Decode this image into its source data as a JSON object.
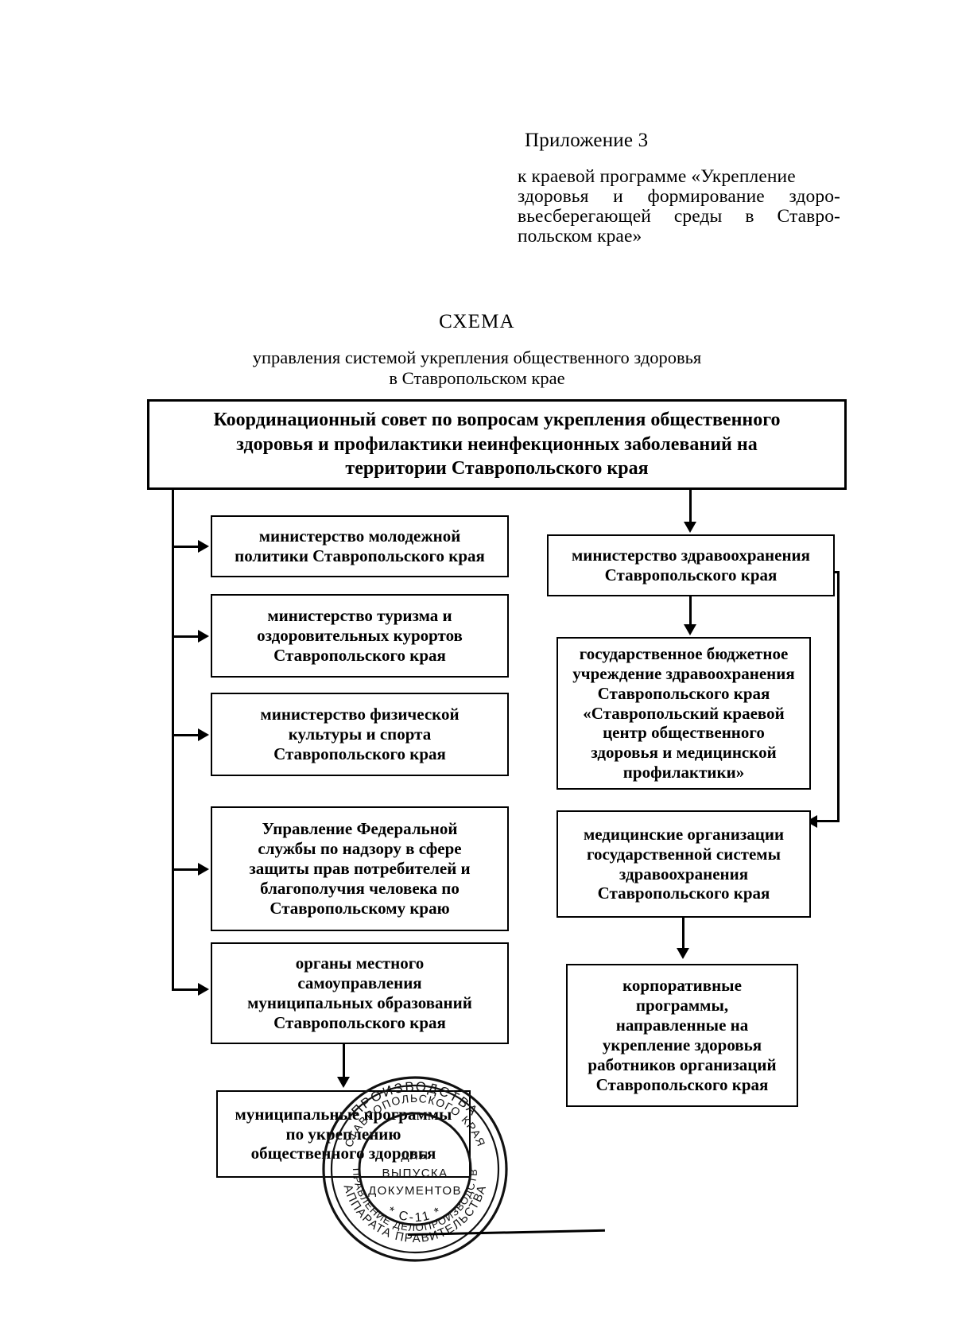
{
  "document": {
    "appendix_number": "Приложение 3",
    "appendix_reference": {
      "line1": "к краевой программе «Укрепление",
      "line2_a": "здоровья",
      "line2_b": "и",
      "line2_c": "формирование",
      "line2_d": "здоро-",
      "line3_a": "вьесберегающей",
      "line3_b": "среды",
      "line3_c": "в",
      "line3_d": "Ставро-",
      "line4": "польском крае»"
    },
    "scheme_title": "СХЕМА",
    "scheme_subtitle_line1": "управления системой укрепления общественного здоровья",
    "scheme_subtitle_line2": "в Ставропольском крае"
  },
  "diagram": {
    "type": "organizational-flowchart",
    "nodes": [
      {
        "id": "council",
        "label": "Координационный совет по вопросам укрепления общественного здоровья и профилактики неинфекционных заболеваний на территории Ставропольского края",
        "lines": [
          "Координационный совет по вопросам укрепления общественного",
          "здоровья и профилактики неинфекционных заболеваний на",
          "территории Ставропольского края"
        ]
      },
      {
        "id": "youth",
        "label": "министерство молодежной политики Ставропольского края",
        "lines": [
          "министерство молодежной",
          "политики Ставропольского края"
        ]
      },
      {
        "id": "tourism",
        "label": "министерство туризма и оздоровительных курортов Ставропольского края",
        "lines": [
          "министерство туризма и",
          "оздоровительных курортов",
          "Ставропольского края"
        ]
      },
      {
        "id": "sport",
        "label": "министерство физической культуры и спорта Ставропольского края",
        "lines": [
          "министерство физической",
          "культуры и спорта",
          "Ставропольского края"
        ]
      },
      {
        "id": "rospotrebnadzor",
        "label": "Управление Федеральной службы по надзору в сфере защиты прав потребителей и благополучия человека по Ставропольскому краю",
        "lines": [
          "Управление Федеральной",
          "службы по надзору в сфере",
          "защиты прав потребителей и",
          "благополучия человека по",
          "Ставропольскому краю"
        ]
      },
      {
        "id": "local-government",
        "label": "органы местного самоуправления муниципальных образований Ставропольского края",
        "lines": [
          "органы местного",
          "самоуправления",
          "муниципальных образований",
          "Ставропольского края"
        ]
      },
      {
        "id": "municipal-programs",
        "label": "муниципальные программы по укреплению общественного здоровья",
        "lines": [
          "муниципальные программы",
          "по укреплению",
          "общественного здоровья"
        ]
      },
      {
        "id": "health-ministry",
        "label": "министерство здравоохранения Ставропольского края",
        "lines": [
          "министерство здравоохранения",
          "Ставропольского края"
        ]
      },
      {
        "id": "gbuz-center",
        "label": "государственное бюджетное учреждение здравоохранения Ставропольского края «Ставропольский краевой центр общественного здоровья и медицинской профилактики»",
        "lines": [
          "государственное бюджетное",
          "учреждение здравоохранения",
          "Ставропольского края",
          "«Ставропольский краевой",
          "центр общественного",
          "здоровья и медицинской",
          "профилактики»"
        ]
      },
      {
        "id": "medical-organizations",
        "label": "медицинские организации государственной системы здравоохранения Ставропольского края",
        "lines": [
          "медицинские организации",
          "государственной системы",
          "здравоохранения",
          "Ставропольского края"
        ]
      },
      {
        "id": "corporate-programs",
        "label": "корпоративные программы, направленные на укрепление здоровья работников организаций Ставропольского края",
        "lines": [
          "корпоративные",
          "программы,",
          "направленные на",
          "укрепление здоровья",
          "работников организаций",
          "Ставропольского края"
        ]
      }
    ],
    "edges": [
      {
        "from": "council",
        "to": "youth"
      },
      {
        "from": "council",
        "to": "tourism"
      },
      {
        "from": "council",
        "to": "sport"
      },
      {
        "from": "council",
        "to": "rospotrebnadzor"
      },
      {
        "from": "council",
        "to": "local-government"
      },
      {
        "from": "council",
        "to": "health-ministry"
      },
      {
        "from": "local-government",
        "to": "municipal-programs"
      },
      {
        "from": "health-ministry",
        "to": "gbuz-center"
      },
      {
        "from": "gbuz-center",
        "to": "medical-organizations"
      },
      {
        "from": "medical-organizations",
        "to": "corporate-programs"
      }
    ]
  },
  "stamp": {
    "outer_top_text": "ПРОИЗВОДСТВА",
    "outer_right_text": "СТАВРОПОЛЬСКОГО КРАЯ",
    "outer_bottom_text": "АППАРАТА ПРАВИТЕЛЬСТВА",
    "outer_left_text": "УПРАВЛЕНИЕ ДЕЛОПРОИЗВОДСТВА",
    "code": "* С-11 *",
    "center_line1": "ДЛЯ",
    "center_line2": "ВЫПУСКА",
    "center_line3": "ДОКУМЕНТОВ"
  },
  "colors": {
    "ink": "#000000",
    "paper": "#ffffff"
  }
}
